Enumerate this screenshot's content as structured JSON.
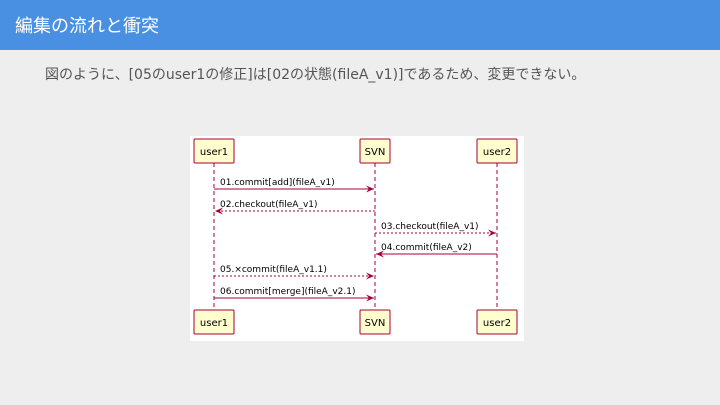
{
  "slide": {
    "title": "編集の流れと衝突",
    "subtitle": "図のように、[05のuser1の修正]は[02の状態(fileA_v1)]であるため、変更できない。"
  },
  "colors": {
    "title_bar": "#4a90e2",
    "participant_fill": "#fefece",
    "line": "#a80036"
  },
  "diagram": {
    "participants": [
      "user1",
      "SVN",
      "user2"
    ],
    "messages": [
      {
        "label": "01.commit[add](fileA_v1)",
        "from": "user1",
        "to": "SVN",
        "style": "solid"
      },
      {
        "label": "02.checkout(fileA_v1)",
        "from": "SVN",
        "to": "user1",
        "style": "dashed"
      },
      {
        "label": "03.checkout(fileA_v1)",
        "from": "SVN",
        "to": "user2",
        "style": "dashed"
      },
      {
        "label": "04.commit(fileA_v2)",
        "from": "user2",
        "to": "SVN",
        "style": "solid"
      },
      {
        "label": "05.×commit(fileA_v1.1)",
        "from": "user1",
        "to": "SVN",
        "style": "dashed"
      },
      {
        "label": "06.commit[merge](fileA_v2.1)",
        "from": "user1",
        "to": "SVN",
        "style": "solid"
      }
    ]
  }
}
